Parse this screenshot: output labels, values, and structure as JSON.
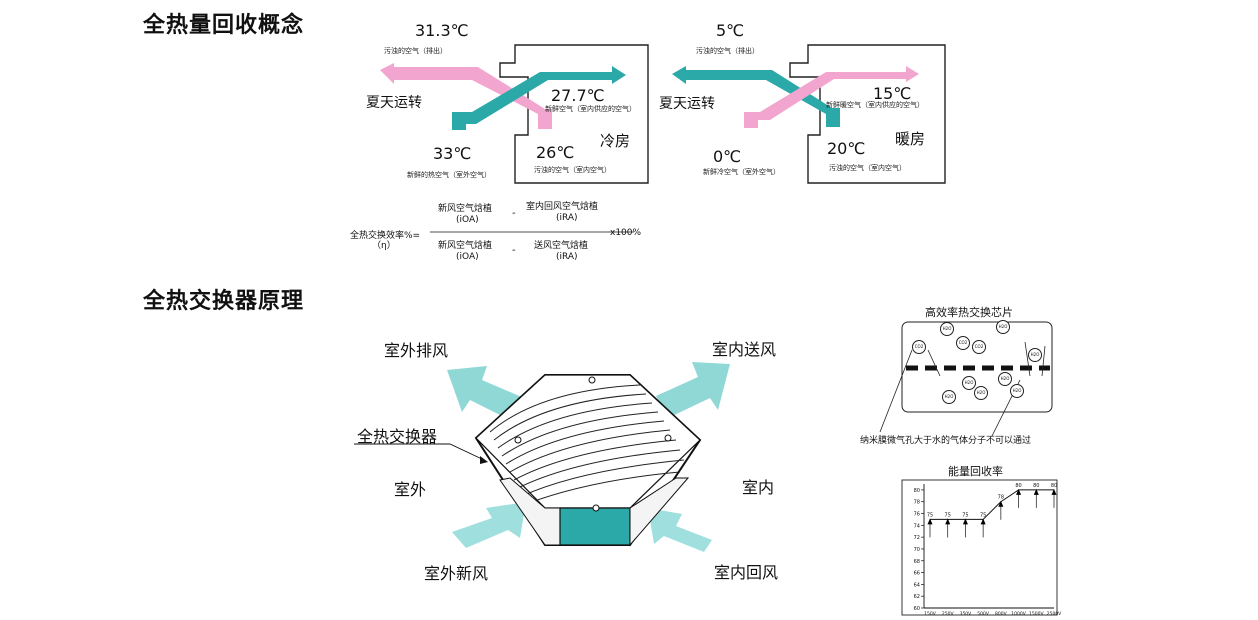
{
  "headings": {
    "concept": "全热量回收概念",
    "principle": "全热交换器原理"
  },
  "summer": {
    "exhaust_temp": "31.3℃",
    "exhaust_desc": "污浊的空气（排出）",
    "mode": "夏天运转",
    "supply_temp": "27.7℃",
    "supply_desc": "新鲜空气（室内供应的空气）",
    "room_label": "冷房",
    "outdoor_temp": "33℃",
    "outdoor_desc": "新鲜的热空气（室外空气）",
    "return_temp": "26℃",
    "return_desc": "污浊的空气（室内空气）"
  },
  "winter": {
    "exhaust_temp": "5℃",
    "exhaust_desc": "污浊的空气（排出）",
    "mode": "夏天运转",
    "supply_temp": "15℃",
    "supply_desc": "新鲜暖空气（室内供应的空气）",
    "room_label": "暖房",
    "outdoor_temp": "0℃",
    "outdoor_desc": "新鲜冷空气（室外空气）",
    "return_temp": "20℃",
    "return_desc": "污浊的空气（室内空气）"
  },
  "formula": {
    "lhs_line1": "全热交换效率%=",
    "lhs_line2": "（η）",
    "num_a": "新风空气焓植",
    "num_a_sym": "(iOA)",
    "num_minus": "-",
    "num_b": "室内回风空气焓植",
    "num_b_sym": "(iRA)",
    "den_a": "新风空气焓植",
    "den_a_sym": "(iOA)",
    "den_minus": "-",
    "den_b": "送风空气焓植",
    "den_b_sym": "(iRA)",
    "suffix": "x100%"
  },
  "exchanger": {
    "outdoor_exhaust": "室外排风",
    "indoor_supply": "室内送风",
    "device": "全热交换器",
    "outdoor": "室外",
    "indoor": "室内",
    "outdoor_fresh": "室外新风",
    "indoor_return": "室内回风"
  },
  "chip": {
    "title": "高效率热交换芯片",
    "caption": "纳米膜微气孔大于水的气体分子不可以通过",
    "molecule_labels": [
      "CO2",
      "H2O",
      "CO2",
      "CO2",
      "H2O",
      "H2O",
      "H2O",
      "H2O",
      "H2O",
      "H2O",
      "H2O"
    ]
  },
  "colors": {
    "teal": "#2aa9a8",
    "pink": "#f2a6cf",
    "arrow_teal_light": "#9fe0de"
  },
  "chart_data": {
    "type": "line",
    "title": "能量回收率",
    "categories": [
      "150V",
      "250V",
      "350V",
      "500V",
      "800V",
      "1000V",
      "1500V",
      "2500V"
    ],
    "values": [
      75,
      75,
      75,
      75,
      78,
      80,
      80,
      80
    ],
    "value_labels": [
      "75",
      "75",
      "75",
      "75",
      "78",
      "80",
      "80",
      "80"
    ],
    "y_ticks": [
      "60",
      "62",
      "64",
      "66",
      "68",
      "70",
      "72",
      "74",
      "76",
      "78",
      "80"
    ],
    "ylim": [
      60,
      81
    ],
    "grid": false
  }
}
